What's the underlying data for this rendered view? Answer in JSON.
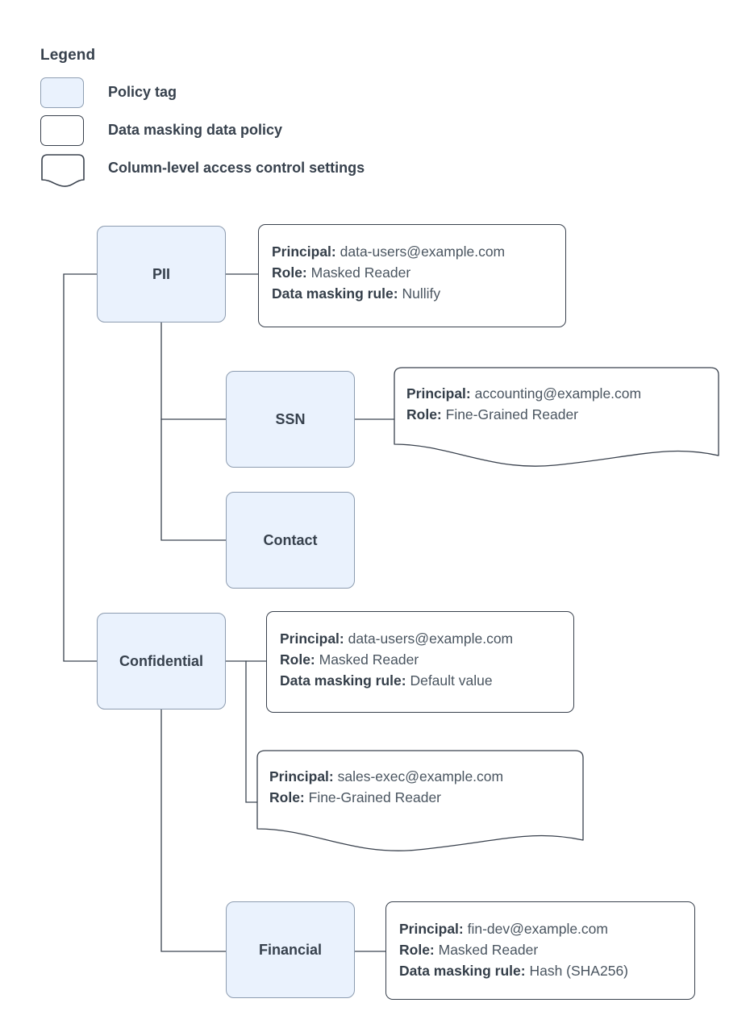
{
  "legend": {
    "title": "Legend",
    "items": [
      {
        "shape": "policy-tag",
        "label": "Policy tag"
      },
      {
        "shape": "data-masking-policy",
        "label": "Data masking data policy"
      },
      {
        "shape": "column-access-settings",
        "label": "Column-level access control settings"
      }
    ]
  },
  "colors": {
    "policy_tag_fill": "#eaf2fd",
    "policy_tag_border": "#8d9cb0",
    "card_border": "#39414d",
    "text": "#37414d",
    "value_text": "#4a5560",
    "connector": "#3b4450"
  },
  "nodes": [
    {
      "id": "pii",
      "label": "PII"
    },
    {
      "id": "ssn",
      "label": "SSN"
    },
    {
      "id": "contact",
      "label": "Contact"
    },
    {
      "id": "confidential",
      "label": "Confidential"
    },
    {
      "id": "financial",
      "label": "Financial"
    }
  ],
  "cards": [
    {
      "id": "pii-masking",
      "type": "data-masking-policy",
      "parent": "PII",
      "fields": [
        {
          "label": "Principal:",
          "value": "data-users@example.com"
        },
        {
          "label": "Role:",
          "value": "Masked Reader"
        },
        {
          "label": "Data masking rule:",
          "value": "Nullify"
        }
      ]
    },
    {
      "id": "ssn-access",
      "type": "column-access-settings",
      "parent": "SSN",
      "fields": [
        {
          "label": "Principal:",
          "value": "accounting@example.com"
        },
        {
          "label": "Role:",
          "value": "Fine-Grained Reader"
        }
      ]
    },
    {
      "id": "confidential-masking",
      "type": "data-masking-policy",
      "parent": "Confidential",
      "fields": [
        {
          "label": "Principal:",
          "value": "data-users@example.com"
        },
        {
          "label": "Role:",
          "value": "Masked Reader"
        },
        {
          "label": "Data masking rule:",
          "value": "Default value"
        }
      ]
    },
    {
      "id": "confidential-access",
      "type": "column-access-settings",
      "parent": "Confidential",
      "fields": [
        {
          "label": "Principal:",
          "value": "sales-exec@example.com"
        },
        {
          "label": "Role:",
          "value": "Fine-Grained Reader"
        }
      ]
    },
    {
      "id": "financial-masking",
      "type": "data-masking-policy",
      "parent": "Financial",
      "fields": [
        {
          "label": "Principal:",
          "value": "fin-dev@example.com"
        },
        {
          "label": "Role:",
          "value": "Masked Reader"
        },
        {
          "label": "Data masking rule:",
          "value": "Hash (SHA256)"
        }
      ]
    }
  ]
}
